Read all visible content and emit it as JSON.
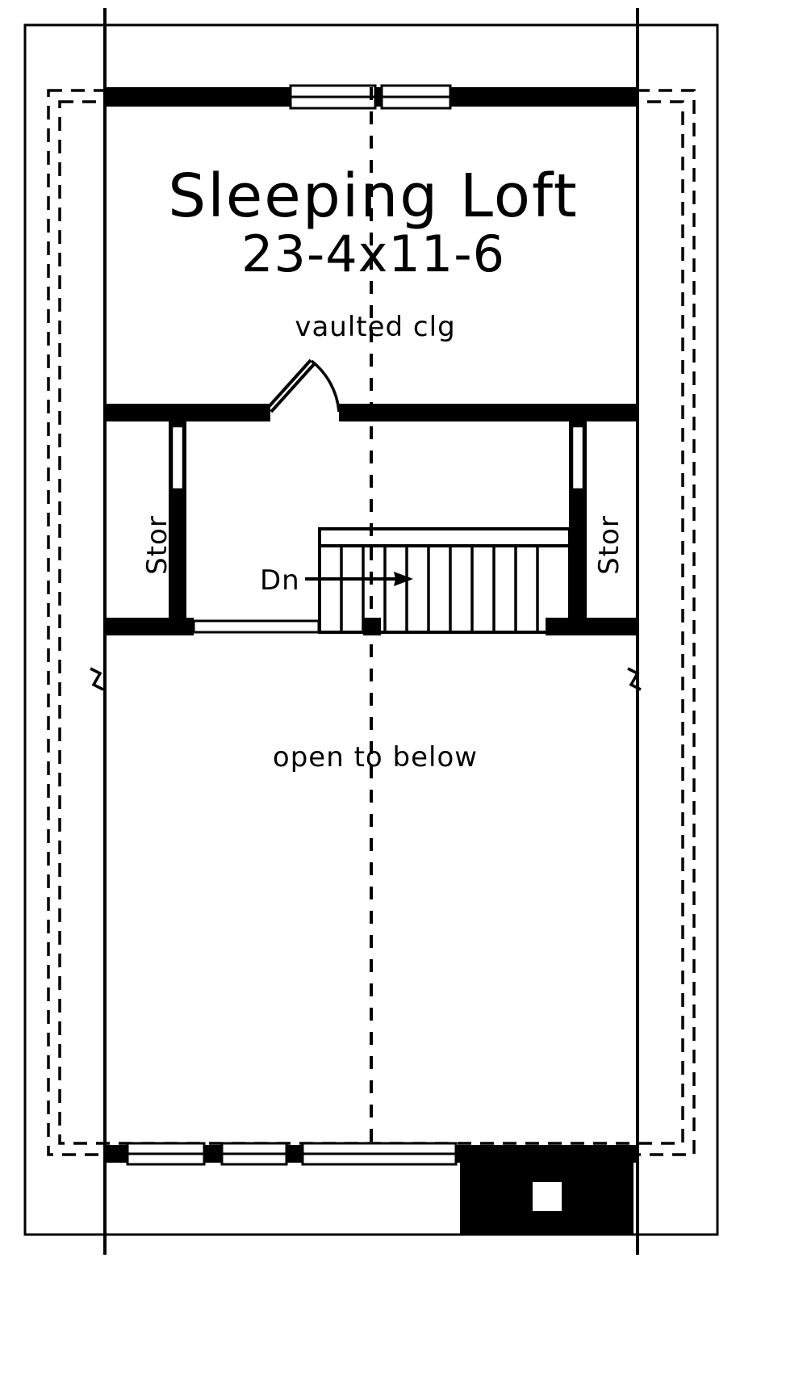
{
  "plan": {
    "type": "architectural-floor-plan",
    "level_name": "Sleeping Loft",
    "labels": {
      "room_name": "Sleeping Loft",
      "room_dimensions": "23-4x11-6",
      "ceiling_note": "vaulted clg",
      "storage_left": "Stor",
      "storage_right": "Stor",
      "stair_direction": "Dn",
      "open_area": "open to below"
    },
    "colors": {
      "wall": "#000000",
      "background": "#ffffff",
      "line": "#000000",
      "chimney": "#000000"
    },
    "elements": {
      "exterior_walls": "thick black poche",
      "roof_overhang": "double dashed line",
      "stair_run": "straight run with riser lines and down arrow",
      "door": "single swing door with arc",
      "windows": "double-hung window symbols in top and bottom walls",
      "chimney": "solid black masonry chimney with flue opening",
      "break_marks": "wall break symbols left and right"
    }
  }
}
